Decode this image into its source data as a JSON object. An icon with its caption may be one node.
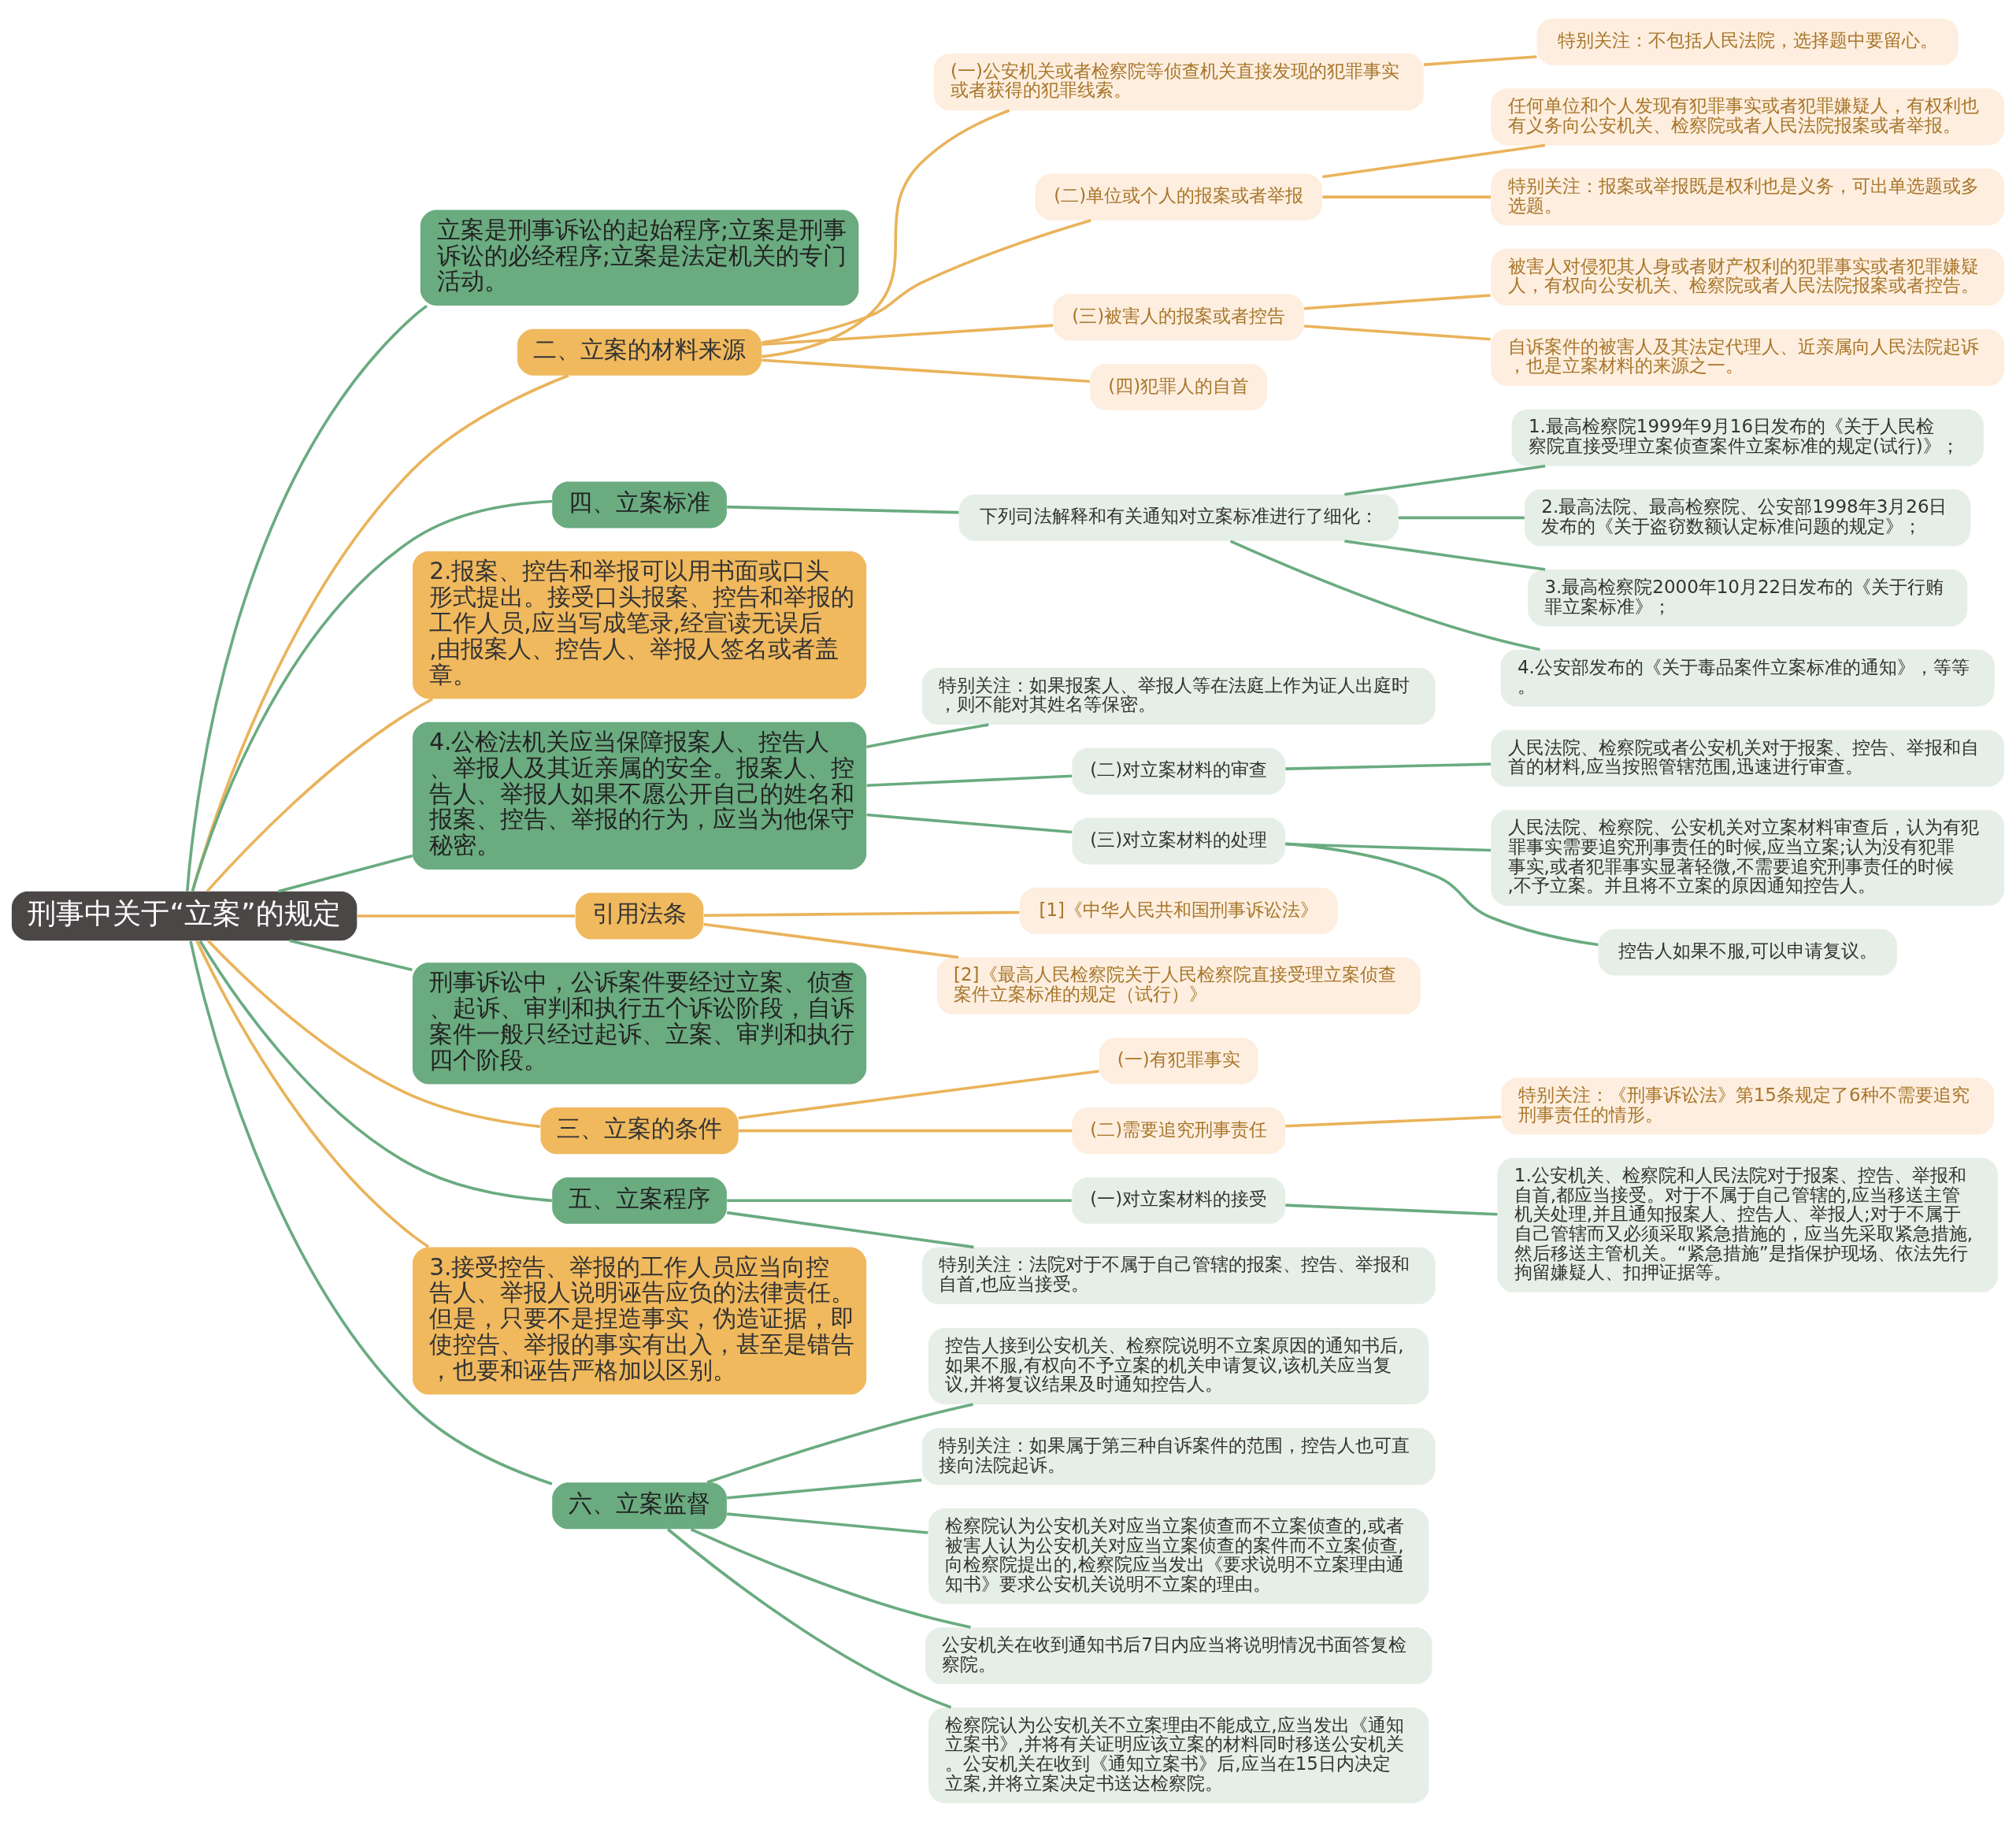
{
  "diagram": {
    "nodes": [
      {
        "text": [
          "刑事中关于“立案”的规定"
        ]
      },
      {
        "text": [
          "立案是刑事诉讼的起始程序;立案是刑事诉讼的必经程序;立案是法定机关的专门活动。"
        ]
      },
      {
        "text": [
          "二、立案的材料来源"
        ]
      },
      {
        "text": [
          "(一)公安机关或者检察院等侦查机关直接发现的犯罪事实或者获得的犯罪线索。"
        ]
      },
      {
        "text": [
          "特别关注：不包括人民法院，选择题中要留心。"
        ]
      },
      {
        "text": [
          "(二)单位或个人的报案或者举报"
        ]
      },
      {
        "text": [
          "任何单位和个人发现有犯罪事实或者犯罪嫌疑人，有权利也有义务向公安机关、检察院或者人民法院报案或者举报。"
        ]
      },
      {
        "text": [
          "特别关注：报案或举报既是权利也是义务，可出单选题或多选题。"
        ]
      },
      {
        "text": [
          "(三)被害人的报案或者控告"
        ]
      },
      {
        "text": [
          "被害人对侵犯其人身或者财产权利的犯罪事实或者犯罪嫌疑人，有权向公安机关、检察院或者人民法院报案或者控告。"
        ]
      },
      {
        "text": [
          "自诉案件的被害人及其法定代理人、近亲属向人民法院起诉，也是立案材料的来源之一。"
        ]
      },
      {
        "text": [
          "(四)犯罪人的自首"
        ]
      },
      {
        "text": [
          "四、立案标准"
        ]
      },
      {
        "text": [
          "下列司法解释和有关通知对立案标准进行了细化："
        ]
      },
      {
        "text": [
          "1.最高检察院1999年9月16日发布的《关于人民检察院直接受理立案侦查案件立案标准的规定(试行)》；"
        ]
      },
      {
        "text": [
          "2.最高法院、最高检察院、公安部1998年3月26日发布的《关于盗窃数额认定标准问题的规定》；"
        ]
      },
      {
        "text": [
          "3.最高检察院2000年10月22日发布的《关于行贿罪立案标准》；"
        ]
      },
      {
        "text": [
          "4.公安部发布的《关于毒品案件立案标准的通知》，等等。"
        ]
      },
      {
        "text": [
          "2.报案、控告和举报可以用书面或口头形式提出。接受口头报案、控告和举报的工作人员,应当写成笔录,经宣读无误后,由报案人、控告人、举报人签名或者盖章。"
        ]
      },
      {
        "text": [
          "4.公检法机关应当保障报案人、控告人、举报人及其近亲属的安全。报案人、控告人、举报人如果不愿公开自己的姓名和报案、控告、举报的行为，应当为他保守秘密。"
        ]
      },
      {
        "text": [
          "特别关注：如果报案人、举报人等在法庭上作为证人出庭时，则不能对其姓名等保密。"
        ]
      },
      {
        "text": [
          "(二)对立案材料的审查"
        ]
      },
      {
        "text": [
          "人民法院、检察院或者公安机关对于报案、控告、举报和自首的材料,应当按照管辖范围,迅速进行审查。"
        ]
      },
      {
        "text": [
          "(三)对立案材料的处理"
        ]
      },
      {
        "text": [
          "人民法院、检察院、公安机关对立案材料审查后，认为有犯罪事实需要追究刑事责任的时候,应当立案;认为没有犯罪事实,或者犯罪事实显著轻微,不需要追究刑事责任的时候,不予立案。并且将不立案的原因通知控告人。"
        ]
      },
      {
        "text": [
          "控告人如果不服,可以申请复议。"
        ]
      },
      {
        "text": [
          "引用法条"
        ]
      },
      {
        "text": [
          "[1]《中华人民共和国刑事诉讼法》"
        ]
      },
      {
        "text": [
          "[2]《最高人民检察院关于人民检察院直接受理立案侦查案件立案标准的规定（试行）》"
        ]
      },
      {
        "text": [
          "刑事诉讼中，公诉案件要经过立案、侦查、起诉、审判和执行五个诉讼阶段，自诉案件一般只经过起诉、立案、审判和执行四个阶段。"
        ]
      },
      {
        "text": [
          "三、立案的条件"
        ]
      },
      {
        "text": [
          "(一)有犯罪事实"
        ]
      },
      {
        "text": [
          "(二)需要追究刑事责任"
        ]
      },
      {
        "text": [
          "特别关注：《刑事诉讼法》第15条规定了6种不需要追究刑事责任的情形。"
        ]
      },
      {
        "text": [
          "五、立案程序"
        ]
      },
      {
        "text": [
          "(一)对立案材料的接受"
        ]
      },
      {
        "text": [
          "1.公安机关、检察院和人民法院对于报案、控告、举报和自首,都应当接受。对于不属于自己管辖的,应当移送主管机关处理,并且通知报案人、控告人、举报人;对于不属于自己管辖而又必须采取紧急措施的，应当先采取紧急措施,然后移送主管机关。“紧急措施”是指保护现场、依法先行拘留嫌疑人、扣押证据等。"
        ]
      },
      {
        "text": [
          "特别关注：法院对于不属于自己管辖的报案、控告、举报和自首,也应当接受。"
        ]
      },
      {
        "text": [
          "3.接受控告、举报的工作人员应当向控告人、举报人说明诬告应负的法律责任。但是，只要不是捏造事实，伪造证据，即使控告、举报的事实有出入，甚至是错告，也要和诬告严格加以区别。"
        ]
      },
      {
        "text": [
          "六、立案监督"
        ]
      },
      {
        "text": [
          "控告人接到公安机关、检察院说明不立案原因的通知书后,如果不服,有权向不予立案的机关申请复议,该机关应当复议,并将复议结果及时通知控告人。"
        ]
      },
      {
        "text": [
          "特别关注：如果属于第三种自诉案件的范围，控告人也可直接向法院起诉。"
        ]
      },
      {
        "text": [
          "检察院认为公安机关对应当立案侦查而不立案侦查的,或者被害人认为公安机关对应当立案侦查的案件而不立案侦查,向检察院提出的,检察院应当发出《要求说明不立案理由通知书》要求公安机关说明不立案的理由。"
        ]
      },
      {
        "text": [
          "公安机关在收到通知书后7日内应当将说明情况书面答复检察院。"
        ]
      },
      {
        "text": [
          "检察院认为公安机关不立案理由不能成立,应当发出《通知立案书》,并将有关证明应该立案的材料同时移送公安机关。公安机关在收到《通知立案书》后,应当在15日内决定立案,并将立案决定书送达检察院。"
        ]
      }
    ],
    "edges": [
      {
        "from": 0,
        "to": 1,
        "arrow": "none"
      },
      {
        "from": 0,
        "to": 2,
        "arrow": "none",
        "color": "#eab35a"
      },
      {
        "from": 2,
        "to": 3,
        "arrow": "none",
        "color": "#eab35a"
      },
      {
        "from": 3,
        "to": 4,
        "arrow": "none",
        "color": "#eab35a"
      },
      {
        "from": 2,
        "to": 5,
        "arrow": "none",
        "color": "#eab35a"
      },
      {
        "from": 5,
        "to": 6,
        "arrow": "none",
        "color": "#eab35a"
      },
      {
        "from": 5,
        "to": 7,
        "arrow": "none",
        "color": "#eab35a"
      },
      {
        "from": 2,
        "to": 8,
        "arrow": "none",
        "color": "#eab35a"
      },
      {
        "from": 8,
        "to": 9,
        "arrow": "none",
        "color": "#eab35a"
      },
      {
        "from": 8,
        "to": 10,
        "arrow": "none",
        "color": "#eab35a"
      },
      {
        "from": 2,
        "to": 11,
        "arrow": "none",
        "color": "#eab35a"
      },
      {
        "from": 0,
        "to": 12,
        "arrow": "none"
      },
      {
        "from": 12,
        "to": 13,
        "arrow": "none"
      },
      {
        "from": 13,
        "to": 14,
        "arrow": "none"
      },
      {
        "from": 13,
        "to": 15,
        "arrow": "none"
      },
      {
        "from": 13,
        "to": 16,
        "arrow": "none"
      },
      {
        "from": 13,
        "to": 17,
        "arrow": "none"
      },
      {
        "from": 0,
        "to": 18,
        "arrow": "none",
        "color": "#eab35a"
      },
      {
        "from": 0,
        "to": 19,
        "arrow": "none"
      },
      {
        "from": 19,
        "to": 20,
        "arrow": "none"
      },
      {
        "from": 19,
        "to": 21,
        "arrow": "none"
      },
      {
        "from": 21,
        "to": 22,
        "arrow": "none"
      },
      {
        "from": 19,
        "to": 23,
        "arrow": "none"
      },
      {
        "from": 23,
        "to": 24,
        "arrow": "none"
      },
      {
        "from": 23,
        "to": 25,
        "arrow": "none"
      },
      {
        "from": 0,
        "to": 26,
        "arrow": "none",
        "color": "#eab35a"
      },
      {
        "from": 26,
        "to": 27,
        "arrow": "none",
        "color": "#eab35a"
      },
      {
        "from": 26,
        "to": 28,
        "arrow": "none",
        "color": "#eab35a"
      },
      {
        "from": 0,
        "to": 29,
        "arrow": "none"
      },
      {
        "from": 0,
        "to": 30,
        "arrow": "none",
        "color": "#eab35a"
      },
      {
        "from": 30,
        "to": 31,
        "arrow": "none",
        "color": "#eab35a"
      },
      {
        "from": 30,
        "to": 32,
        "arrow": "none",
        "color": "#eab35a"
      },
      {
        "from": 32,
        "to": 33,
        "arrow": "none",
        "color": "#eab35a"
      },
      {
        "from": 0,
        "to": 34,
        "arrow": "none"
      },
      {
        "from": 34,
        "to": 35,
        "arrow": "none"
      },
      {
        "from": 35,
        "to": 36,
        "arrow": "none"
      },
      {
        "from": 34,
        "to": 37,
        "arrow": "none"
      },
      {
        "from": 0,
        "to": 38,
        "arrow": "none",
        "color": "#eab35a"
      },
      {
        "from": 0,
        "to": 39,
        "arrow": "none"
      },
      {
        "from": 39,
        "to": 40,
        "arrow": "none"
      },
      {
        "from": 39,
        "to": 41,
        "arrow": "none"
      },
      {
        "from": 39,
        "to": 42,
        "arrow": "none"
      },
      {
        "from": 39,
        "to": 43,
        "arrow": "none"
      },
      {
        "from": 39,
        "to": 44,
        "arrow": "none"
      }
    ]
  }
}
